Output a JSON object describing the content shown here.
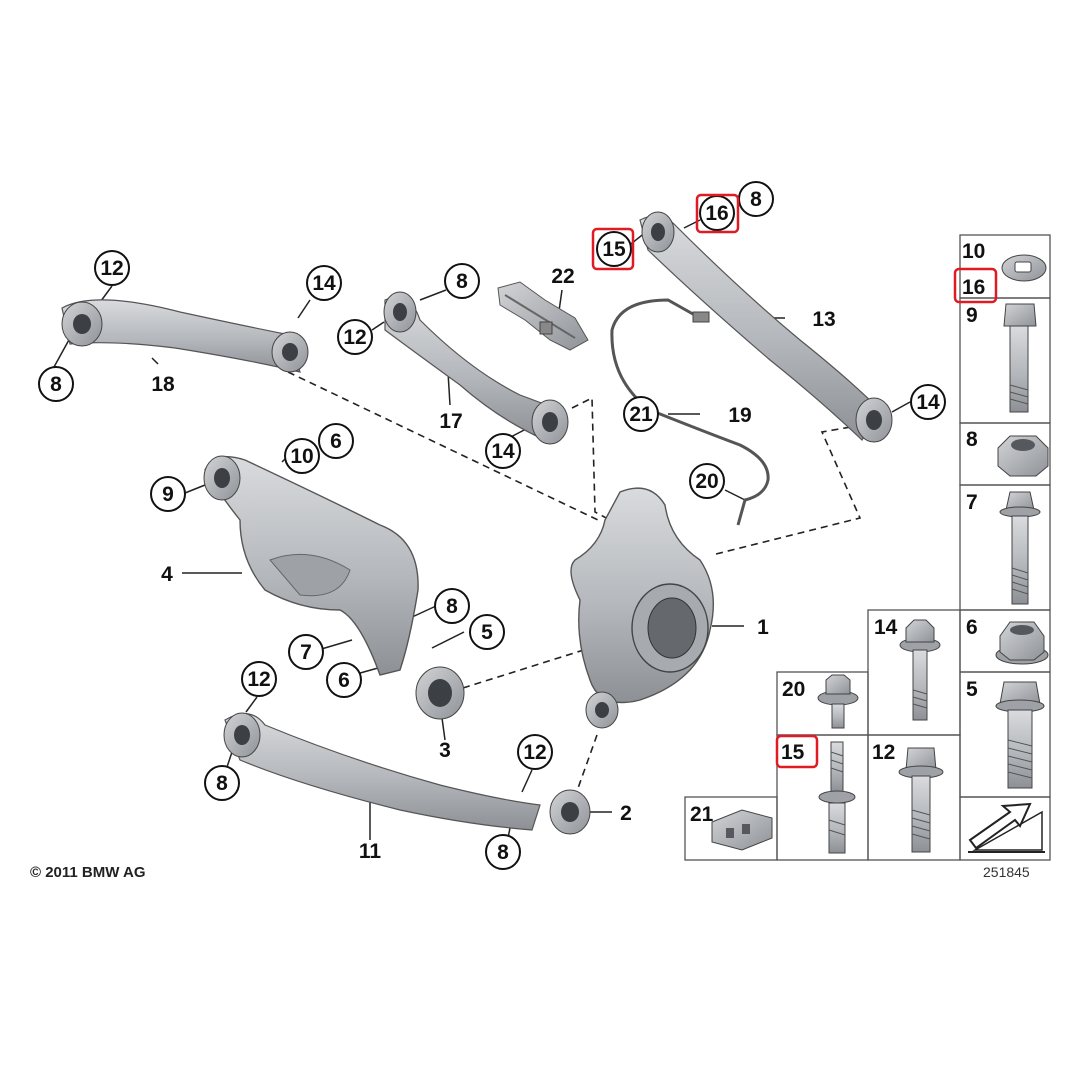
{
  "copyright": "© 2011 BMW AG",
  "diagram_number": "251845",
  "highlight_color": "#e01b24",
  "part_color": "#b9bcc0",
  "part_shadow_color": "#8e9297",
  "labels": {
    "l1": "1",
    "l2": "2",
    "l3": "3",
    "l4": "4",
    "l5": "5",
    "l6a": "6",
    "l6b": "6",
    "l7": "7",
    "l8a": "8",
    "l8b": "8",
    "l8c": "8",
    "l8d": "8",
    "l8e": "8",
    "l8f": "8",
    "l9": "9",
    "l10": "10",
    "l11": "11",
    "l12a": "12",
    "l12b": "12",
    "l12c": "12",
    "l12d": "12",
    "l13": "13",
    "l14a": "14",
    "l14b": "14",
    "l14c": "14",
    "l15": "15",
    "l16": "16",
    "l17": "17",
    "l18": "18",
    "l19": "19",
    "l20": "20",
    "l21": "21",
    "l22": "22"
  },
  "legend": {
    "c10": "10",
    "c16": "16",
    "c9": "9",
    "c8": "8",
    "c7": "7",
    "c14": "14",
    "c6": "6",
    "c20": "20",
    "c5": "5",
    "c15": "15",
    "c12": "12",
    "c21": "21"
  }
}
